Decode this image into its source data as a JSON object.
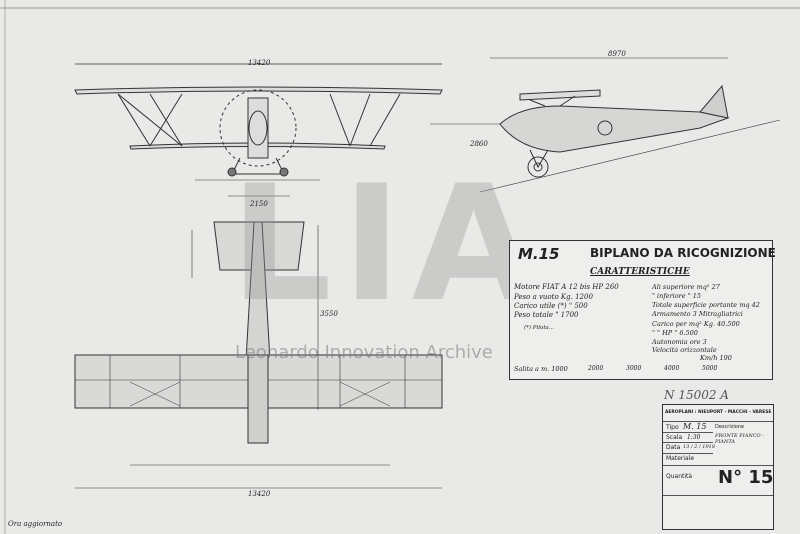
{
  "drawing": {
    "code": "M.15",
    "title": "BIPLANO DA RICOGNIZIONE",
    "subtitle": "CARATTERISTICHE",
    "watermark_text": "Leonardo Innovation Archive",
    "watermark_logo": "LIA",
    "stamp_number": "N 15002 A",
    "corner_note": "Ora aggiornato",
    "specs_left": [
      {
        "label": "Motore",
        "value": "FIAT A 12 bis",
        "unit": "HP",
        "amount": "260"
      },
      {
        "label": "Peso a vuoto",
        "unit": "Kg.",
        "amount": "1200"
      },
      {
        "label": "Carico utile (*)",
        "unit": "\"",
        "amount": "500"
      },
      {
        "label": "Peso totale",
        "unit": "\"",
        "amount": "1700"
      }
    ],
    "specs_right": [
      {
        "label": "Ali superiore",
        "unit": "mq²",
        "amount": "27"
      },
      {
        "label": "\" inferiore",
        "unit": "\"",
        "amount": "15"
      },
      {
        "label": "Totale superficie portante mq",
        "amount": "42"
      },
      {
        "label": "Armamento",
        "value": "3 Mitragliatrici"
      },
      {
        "label": "Carico per mq²",
        "unit": "Kg.",
        "amount": "40.500"
      },
      {
        "label": "\" \" HP",
        "unit": "\"",
        "amount": "6.500"
      },
      {
        "label": "Autonomia ore",
        "amount": "3"
      },
      {
        "label": "Velocità orizzontale"
      },
      {
        "label": "Km/h",
        "amount": "190"
      }
    ],
    "payload_note": "(*) Pilota...",
    "climb_row": [
      "Salita a m. 1000",
      "2000",
      "3000",
      "4000",
      "5000"
    ],
    "dimensions": {
      "span": "13420",
      "length": "8970",
      "height": "2860",
      "tail": "3550",
      "width_front": "2150"
    },
    "title_block": {
      "company": "AEROPLANI : NIEUPORT - MACCHI - VARESE",
      "tipo_label": "Tipo",
      "tipo_value": "M. 15",
      "desc_label": "Descrizione",
      "desc_value": "FRONTE FIANCO - PIANTA",
      "scala_label": "Scala",
      "scala_value": "1:30",
      "data_label": "Data",
      "data_value": "13 / 2 / 1918",
      "materiale_label": "Materiale",
      "quantita_label": "Quantità",
      "number_label": "N°",
      "number_value": "15"
    }
  }
}
